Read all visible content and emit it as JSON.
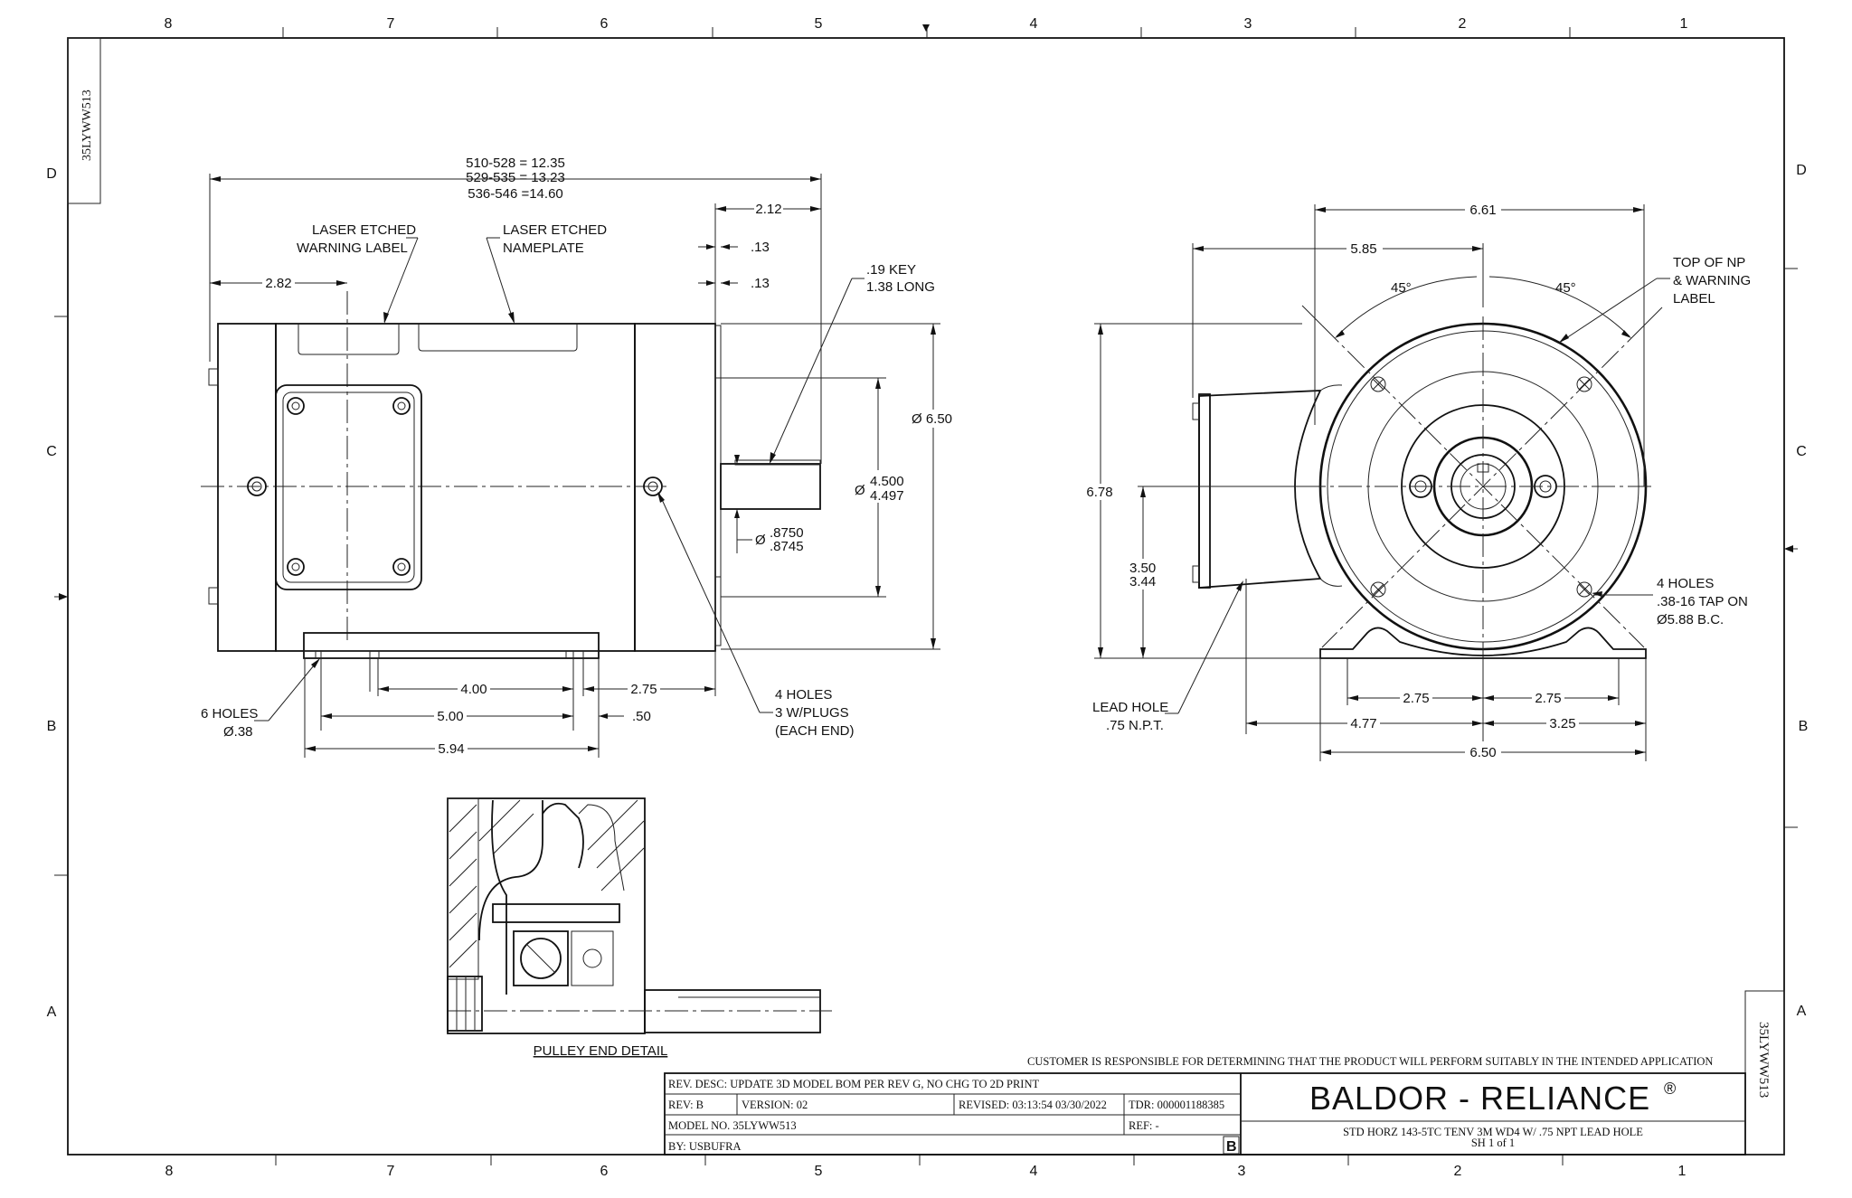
{
  "drawing_id": "35LYWW513",
  "grid": {
    "columns": [
      "8",
      "7",
      "6",
      "5",
      "4",
      "3",
      "2",
      "1"
    ],
    "rows": [
      "D",
      "C",
      "B",
      "A"
    ]
  },
  "side_view": {
    "overall_lengths": [
      "510-528 = 12.35",
      "529-535 = 13.23",
      "536-546 =14.60"
    ],
    "dims": {
      "shaft_ext": "2.12",
      "key_gap_1": ".13",
      "key_gap_2": ".13",
      "nameplate_offset": "2.82",
      "key_note_1": ".19 KEY",
      "key_note_2": "1.38 LONG",
      "diameter_frame": "Ø 6.50",
      "pilot_max": "4.500",
      "pilot_min": "4.497",
      "shaft_max": ".8750",
      "shaft_min": ".8745",
      "base_4_00": "4.00",
      "base_2_75": "2.75",
      "base_5_00": "5.00",
      "base_0_50": ".50",
      "base_5_94": "5.94"
    },
    "labels": {
      "warning_1": "LASER ETCHED",
      "warning_2": "WARNING LABEL",
      "nameplate_1": "LASER ETCHED",
      "nameplate_2": "NAMEPLATE",
      "holes_1": "6 HOLES",
      "holes_2": "Ø.38",
      "plugs_1": "4 HOLES",
      "plugs_2": "3 W/PLUGS",
      "plugs_3": "(EACH END)"
    }
  },
  "end_view": {
    "dims": {
      "width_6_61": "6.61",
      "width_5_85": "5.85",
      "angle_left": "45°",
      "angle_right": "45°",
      "height_6_78": "6.78",
      "shaft_h_1": "3.50",
      "shaft_h_2": "3.44",
      "foot_2_75_l": "2.75",
      "foot_2_75_r": "2.75",
      "foot_4_77": "4.77",
      "foot_3_25": "3.25",
      "foot_6_50": "6.50"
    },
    "labels": {
      "np_1": "TOP OF NP",
      "np_2": "& WARNING",
      "np_3": "LABEL",
      "tap_1": "4 HOLES",
      "tap_2": ".38-16 TAP ON",
      "tap_3": "Ø5.88 B.C.",
      "lead_1": "LEAD HOLE",
      "lead_2": ".75 N.P.T."
    }
  },
  "detail": {
    "caption": "PULLEY END DETAIL"
  },
  "title_block": {
    "disclaimer": "CUSTOMER IS RESPONSIBLE FOR DETERMINING THAT THE PRODUCT WILL PERFORM SUITABLY IN THE INTENDED APPLICATION",
    "rev_desc": "REV. DESC: UPDATE 3D MODEL BOM PER REV G, NO CHG TO 2D PRINT",
    "rev": "REV:  B",
    "version": "VERSION:  02",
    "revised": "REVISED:  03:13:54 03/30/2022",
    "tdr": "TDR: 000001188385",
    "model": "MODEL NO.  35LYWW513",
    "ref": "REF:  -",
    "by": "BY: USBUFRA",
    "rev_letter": "B",
    "brand": "BALDOR - RELIANCE",
    "brand_mark": "®",
    "description": "STD HORZ 143-5TC TENV 3M WD4 W/ .75 NPT LEAD HOLE",
    "sheet": "SH 1 of 1"
  }
}
